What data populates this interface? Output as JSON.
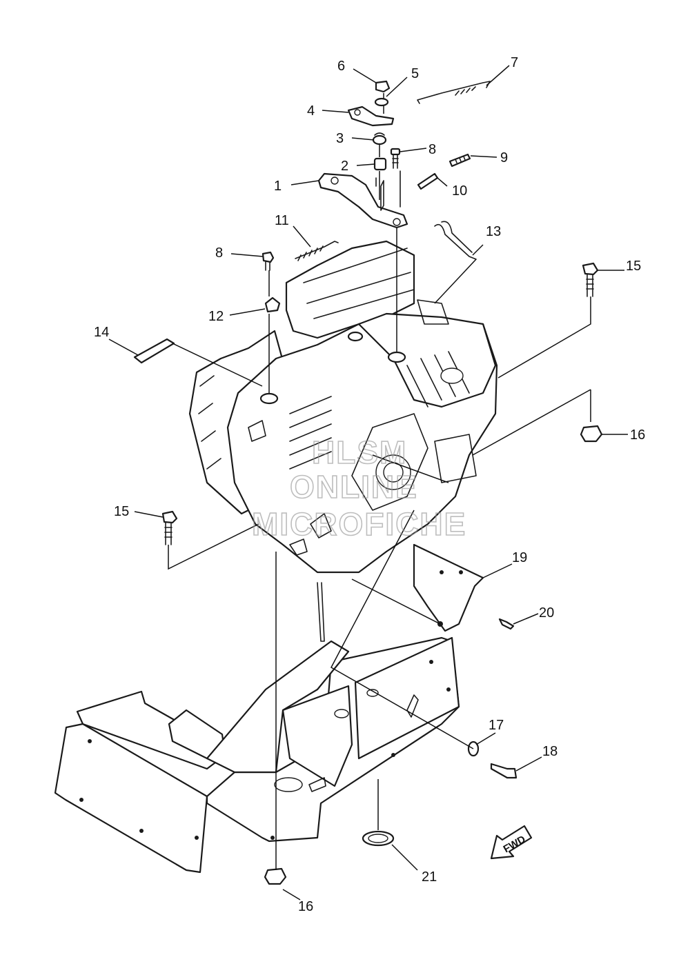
{
  "diagram": {
    "callouts": [
      {
        "id": "c1",
        "text": "1"
      },
      {
        "id": "c2",
        "text": "2"
      },
      {
        "id": "c3",
        "text": "3"
      },
      {
        "id": "c4",
        "text": "4"
      },
      {
        "id": "c5",
        "text": "5"
      },
      {
        "id": "c6",
        "text": "6"
      },
      {
        "id": "c7",
        "text": "7"
      },
      {
        "id": "c8a",
        "text": "8"
      },
      {
        "id": "c8b",
        "text": "8"
      },
      {
        "id": "c9",
        "text": "9"
      },
      {
        "id": "c10",
        "text": "10"
      },
      {
        "id": "c11",
        "text": "11"
      },
      {
        "id": "c12",
        "text": "12"
      },
      {
        "id": "c13",
        "text": "13"
      },
      {
        "id": "c14",
        "text": "14"
      },
      {
        "id": "c15a",
        "text": "15"
      },
      {
        "id": "c15b",
        "text": "15"
      },
      {
        "id": "c16a",
        "text": "16"
      },
      {
        "id": "c16b",
        "text": "16"
      },
      {
        "id": "c17",
        "text": "17"
      },
      {
        "id": "c18",
        "text": "18"
      },
      {
        "id": "c19",
        "text": "19"
      },
      {
        "id": "c20",
        "text": "20"
      },
      {
        "id": "c21",
        "text": "21"
      }
    ],
    "watermark": [
      "HLSM",
      "ONLINE",
      "MICROFICHE"
    ],
    "direction_label": "FWD"
  },
  "colors": {
    "line": "#1a1a1a",
    "background": "#ffffff",
    "watermark": "#9a9a9a"
  }
}
